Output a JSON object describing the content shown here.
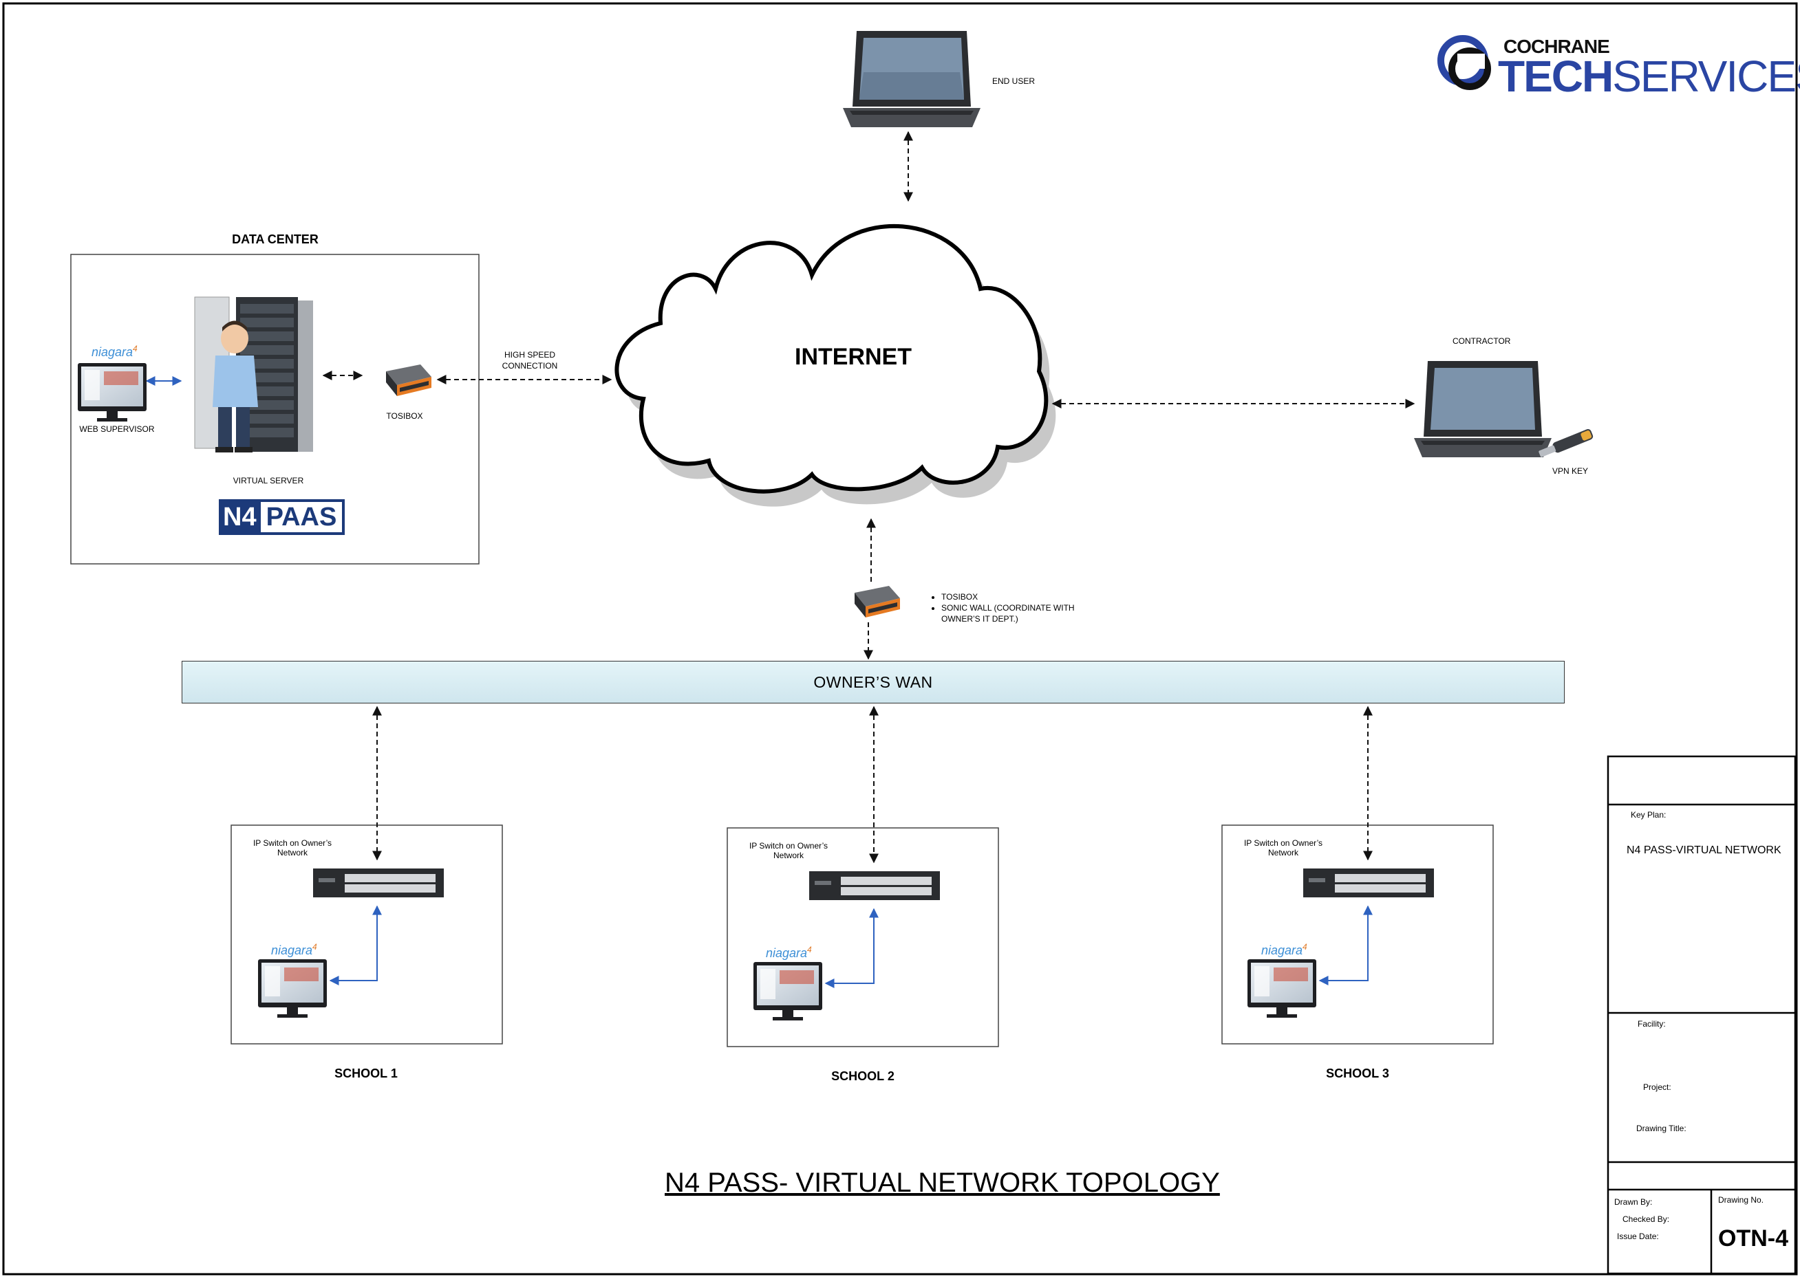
{
  "logo": {
    "line1": "COCHRANE",
    "line2_bold": "TECH",
    "line2_rest": "SERVICES"
  },
  "end_user": {
    "label": "END USER"
  },
  "contractor": {
    "label": "CONTRACTOR",
    "vpn_label": "VPN KEY"
  },
  "internet": {
    "label": "INTERNET"
  },
  "data_center": {
    "title": "DATA CENTER",
    "web_supervisor": "WEB SUPERVISOR",
    "virtual_server": "VIRTUAL SERVER",
    "tosibox": "TOSIBOX",
    "link_label_1": "HIGH SPEED",
    "link_label_2": "CONNECTION",
    "paas_logo_n4": "N4",
    "paas_logo_paas": "PAAS"
  },
  "niagara_logo": {
    "text": "niagara",
    "sup": "4"
  },
  "gateway": {
    "items": [
      "TOSIBOX",
      "SONIC WALL (COORDINATE WITH",
      "OWNER’S IT DEPT.)"
    ]
  },
  "wan": {
    "label": "OWNER’S WAN"
  },
  "schools": [
    {
      "name": "SCHOOL 1",
      "switch_line1": "IP Switch on Owner’s",
      "switch_line2": "Network"
    },
    {
      "name": "SCHOOL 2",
      "switch_line1": "IP Switch on Owner’s",
      "switch_line2": "Network"
    },
    {
      "name": "SCHOOL 3",
      "switch_line1": "IP Switch on Owner’s",
      "switch_line2": "Network"
    }
  ],
  "title": "N4 PASS- VIRTUAL NETWORK TOPOLOGY",
  "title_block": {
    "key_plan_label": "Key Plan:",
    "key_plan_value": "N4 PASS-VIRTUAL NETWORK",
    "facility_label": "Facility:",
    "project_label": "Project:",
    "drawing_title_label": "Drawing Title:",
    "drawn_by_label": "Drawn By:",
    "checked_by_label": "Checked By:",
    "issue_date_label": "Issue Date:",
    "drawing_no_label": "Drawing No.",
    "drawing_no_value": "OTN-4"
  },
  "colors": {
    "wan_fill": "#d7ecf2",
    "blue_link": "#2e62c0",
    "logo_blue": "#2a45a3",
    "paas_navy": "#1c3a7a"
  }
}
